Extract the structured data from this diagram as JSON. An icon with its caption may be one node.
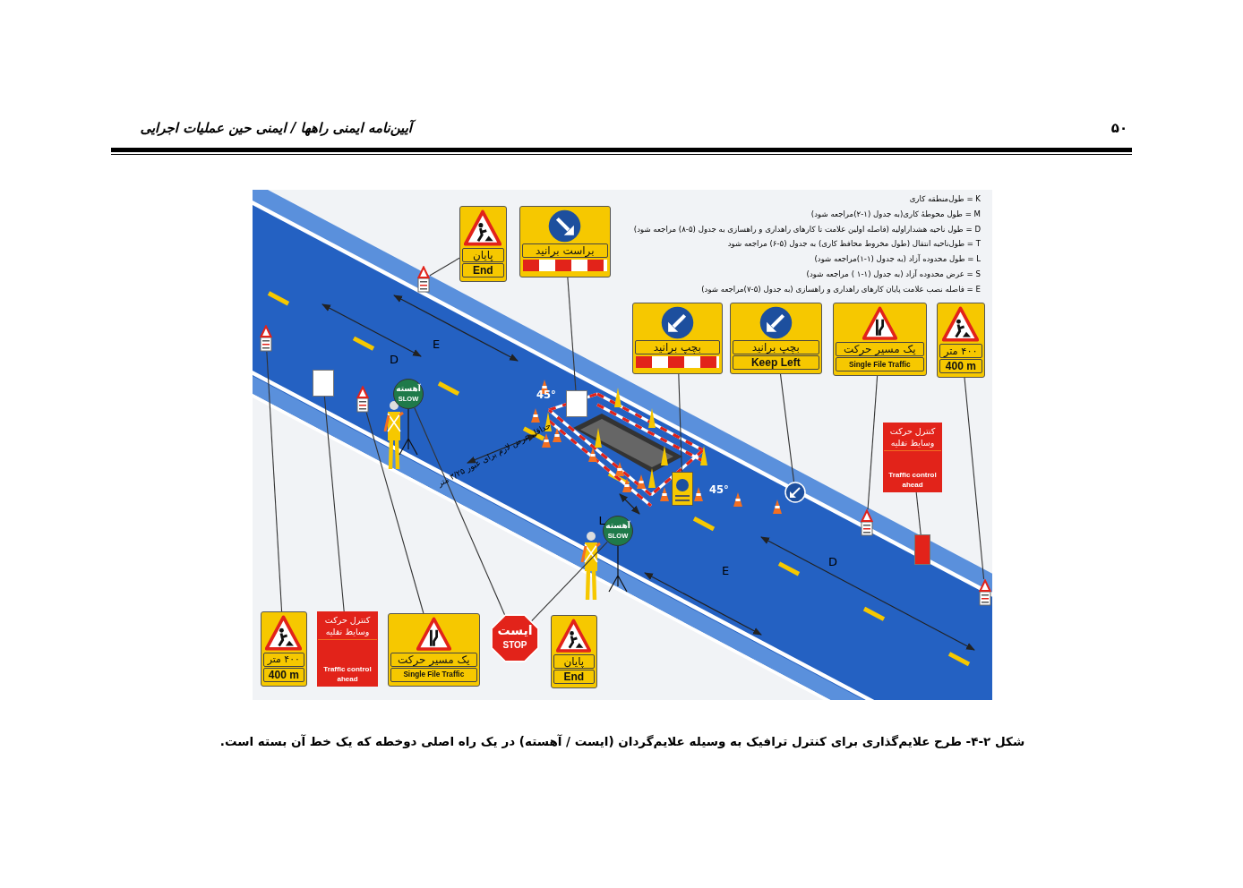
{
  "diagram": {
    "caption": "شکل ۲-۴- طرح علایم‌گذاری برای کنترل ترافیک به وسیله علایم‌گردان (ایست / آهسته) در یک راه اصلی دوخطه که یک خط آن بسته است.",
    "nodes": [
      {
        "text": [
          "پایان",
          "End"
        ]
      },
      {
        "text": [
          "براست برانید"
        ]
      },
      {
        "text": [
          "بچپ برانید"
        ]
      },
      {
        "text": [
          "بچپ برانید",
          "Keep Left"
        ]
      },
      {
        "text": [
          "یک مسیر حرکت",
          "Single File Traffic"
        ]
      },
      {
        "text": [
          "۴۰۰ متر",
          "400 m"
        ]
      },
      {
        "text": [
          "کنترل حرکت وسایط نقلیه",
          "Traffic control ahead"
        ]
      },
      {
        "text": [
          "۴۰۰ متر",
          "400 m"
        ]
      },
      {
        "text": [
          "کنترل حرکت وسایط نقلیه",
          "Traffic control ahead"
        ]
      },
      {
        "text": [
          "یک مسیر حرکت",
          "Single File Traffic"
        ]
      },
      {
        "text": [
          "ایست",
          "STOP"
        ]
      },
      {
        "text": [
          "پایان",
          "End"
        ]
      },
      {
        "text": [],
        "shape": "picture"
      },
      {
        "text": [],
        "shape": "box"
      },
      {
        "text": [],
        "shape": "picture"
      },
      {
        "text": [],
        "shape": "picture"
      },
      {
        "text": [],
        "shape": "picture"
      },
      {
        "text": [],
        "shape": "picture"
      },
      {
        "text": [],
        "shape": "box"
      },
      {
        "text": [],
        "shape": "picture"
      },
      {
        "text": [],
        "shape": "box"
      },
      {
        "text": [],
        "shape": "picture"
      },
      {
        "text": [
          "آهسته",
          "SLOW"
        ]
      },
      {
        "text": [
          "آهسته",
          "SLOW"
        ]
      }
    ],
    "edges": [
      {
        "from": 0,
        "to": 12,
        "arrow": "none"
      },
      {
        "from": 1,
        "to": 13,
        "arrow": "none"
      },
      {
        "from": 2,
        "to": 14,
        "arrow": "none"
      },
      {
        "from": 3,
        "to": 15,
        "arrow": "none"
      },
      {
        "from": 4,
        "to": 16,
        "arrow": "none"
      },
      {
        "from": 5,
        "to": 17,
        "arrow": "none"
      },
      {
        "from": 6,
        "to": 18,
        "arrow": "none"
      },
      {
        "from": 7,
        "to": 19,
        "arrow": "none"
      },
      {
        "from": 8,
        "to": 20,
        "arrow": "none"
      },
      {
        "from": 9,
        "to": 21,
        "arrow": "none"
      },
      {
        "from": 10,
        "to": 22,
        "arrow": "none"
      },
      {
        "from": 10,
        "to": 23,
        "arrow": "none"
      }
    ],
    "labels": [
      "آیین‌نامه ایمنی راهها / ایمنی حین عملیات اجرایی",
      "۵۰",
      "K = طول‌منطقه کاری",
      "M = طول محوطهٔ کاری(به جدول (۱-۲)مراجعه شود)",
      "D = طول ناحیه هشداراولیه (فاصله اولین علامت تا کارهای راهداری و راهسازی به جدول (۵-۸) مراجعه شود)",
      "T = طول‌ناحیه انتقال (طول مخروط محافظ کاری) به جدول (۵-۶) مراجعه شود",
      "L = طول محدوده آزاد (به جدول (۱-۱)مراجعه شود)",
      "S = عرض محدوده آزاد (به جدول (۱-۱ ) مراجعه شود)",
      "E = فاصله نصب علامت پایان کارهای راهداری و راهسازی (به جدول (۵-۷)مراجعه شود)",
      "D",
      "E",
      "45°",
      "حداقل عرض لازم برای عبور ۳/۲۵ متر",
      "45°",
      "L",
      "E",
      "D"
    ]
  }
}
